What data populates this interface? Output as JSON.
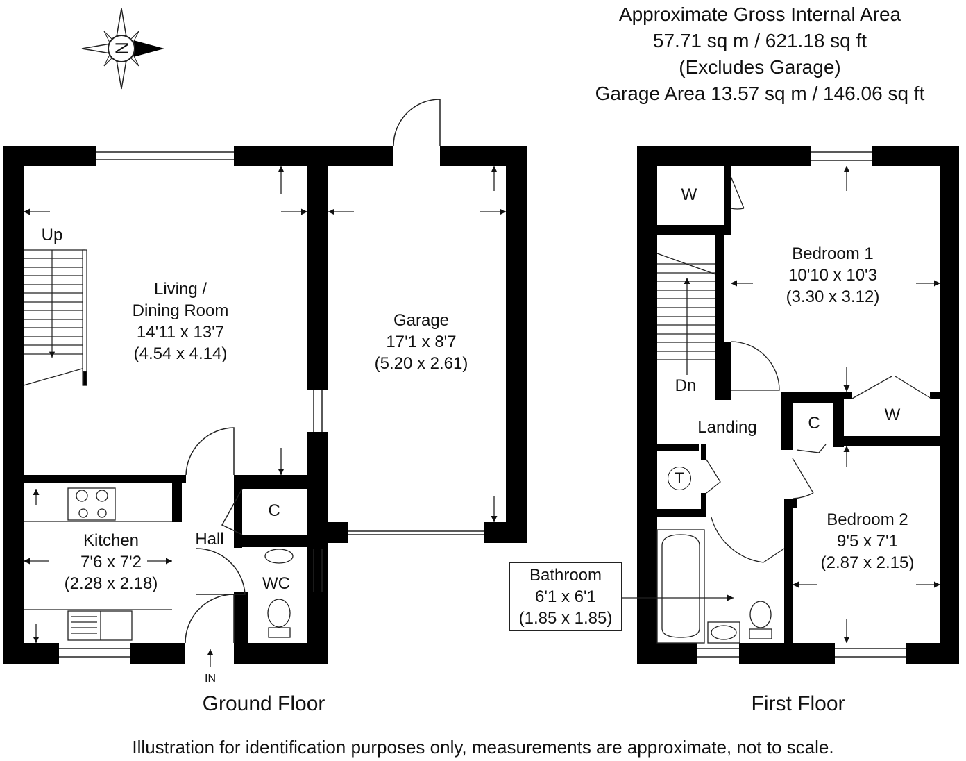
{
  "summary": {
    "line1": "Approximate Gross Internal Area",
    "line2": "57.71 sq m / 621.18 sq ft",
    "line3": "(Excludes Garage)",
    "line4": "Garage Area 13.57 sq m / 146.06 sq ft"
  },
  "compass": {
    "letter": "N",
    "icon": "compass-rose-icon"
  },
  "ground_floor": {
    "title": "Ground Floor",
    "stairs_label": "Up",
    "entrance_label": "IN",
    "rooms": {
      "living": {
        "name1": "Living /",
        "name2": "Dining Room",
        "size_imperial": "14'11 x 13'7",
        "size_metric": "(4.54 x 4.14)"
      },
      "garage": {
        "name": "Garage",
        "size_imperial": "17'1 x 8'7",
        "size_metric": "(5.20 x 2.61)"
      },
      "kitchen": {
        "name": "Kitchen",
        "size_imperial": "7'6 x 7'2",
        "size_metric": "(2.28 x 2.18)"
      },
      "hall": {
        "name": "Hall"
      },
      "cupboard": {
        "name": "C"
      },
      "wc": {
        "name": "WC"
      }
    }
  },
  "first_floor": {
    "title": "First Floor",
    "stairs_label": "Dn",
    "rooms": {
      "bedroom1": {
        "name": "Bedroom 1",
        "size_imperial": "10'10 x 10'3",
        "size_metric": "(3.30 x 3.12)"
      },
      "bedroom2": {
        "name": "Bedroom 2",
        "size_imperial": "9'5 x 7'1",
        "size_metric": "(2.87 x 2.15)"
      },
      "bathroom": {
        "name": "Bathroom",
        "size_imperial": "6'1 x 6'1",
        "size_metric": "(1.85 x 1.85)"
      },
      "landing": {
        "name": "Landing"
      },
      "wardrobe_top": {
        "name": "W"
      },
      "wardrobe_mid": {
        "name": "W"
      },
      "cupboard": {
        "name": "C"
      },
      "tank": {
        "name": "T"
      }
    }
  },
  "disclaimer": "Illustration for identification purposes only, measurements are approximate, not to scale.",
  "colors": {
    "wall": "#000000",
    "line": "#222222",
    "background": "#ffffff"
  }
}
